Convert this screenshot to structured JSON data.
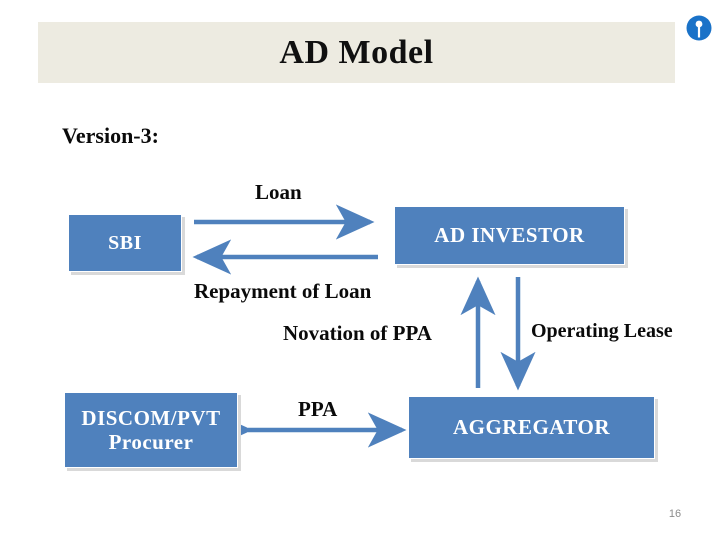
{
  "slide": {
    "title": "AD Model",
    "page_number": "16",
    "colors": {
      "title_bar_bg": "#EDEBE1",
      "box_fill": "#4F81BD",
      "box_text": "#FFFFFF",
      "arrow": "#4F81BD",
      "logo_blue": "#1A72C8",
      "page_number_text": "#8C8C8C"
    }
  },
  "logo": {
    "name": "sbi-logo",
    "alt": "SBI keyhole logo"
  },
  "labels": {
    "version": "Version-3:",
    "loan": "Loan",
    "repayment_of_loan": "Repayment of Loan",
    "novation_of_ppa": "Novation of PPA",
    "operating_lease": "Operating Lease",
    "ppa": "PPA"
  },
  "diagram": {
    "type": "flow-diagram",
    "nodes": [
      {
        "id": "sbi",
        "label": "SBI"
      },
      {
        "id": "investor",
        "label": "AD INVESTOR"
      },
      {
        "id": "discom",
        "label": "DISCOM/PVT\nProcurer",
        "line1": "DISCOM/PVT",
        "line2": "Procurer"
      },
      {
        "id": "aggregator",
        "label": "AGGREGATOR"
      }
    ],
    "edges": [
      {
        "from": "sbi",
        "to": "investor",
        "label": "Loan",
        "direction": "forward"
      },
      {
        "from": "investor",
        "to": "sbi",
        "label": "Repayment of Loan",
        "direction": "forward"
      },
      {
        "from": "aggregator",
        "to": "investor",
        "label": "Novation of PPA",
        "direction": "forward"
      },
      {
        "from": "investor",
        "to": "aggregator",
        "label": "Operating Lease",
        "direction": "forward"
      },
      {
        "from": "discom",
        "to": "aggregator",
        "label": "PPA",
        "direction": "both"
      }
    ]
  }
}
